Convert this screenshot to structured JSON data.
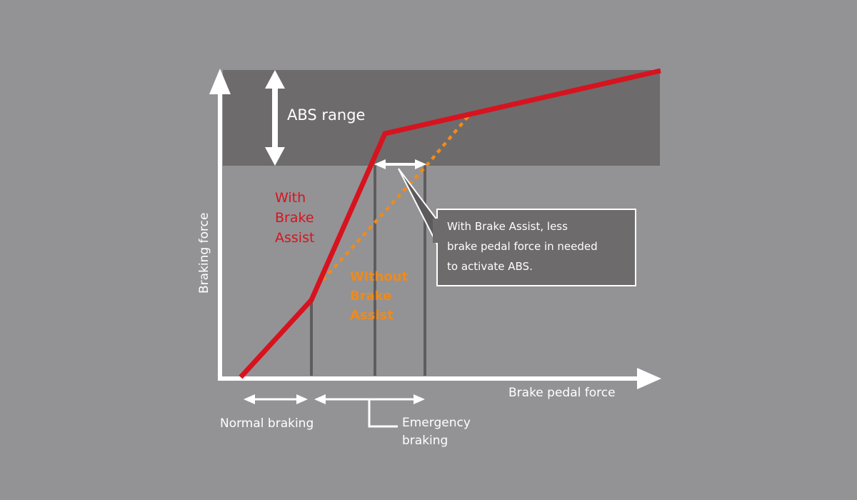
{
  "diagram": {
    "abs_range_label": "ABS range",
    "y_axis_label": "Braking force",
    "x_axis_label": "Brake pedal force",
    "with_brake_assist": [
      "With",
      "Brake",
      "Assist"
    ],
    "without_brake_assist": [
      "Without",
      "Brake",
      "Assist"
    ],
    "callout_lines": [
      "With Brake Assist, less",
      "brake pedal force in needed",
      "to activate ABS."
    ],
    "normal_braking_label": "Normal braking",
    "emergency_braking_label": [
      "Emergency",
      "braking"
    ]
  },
  "colors": {
    "background": "#939395",
    "abs_band": "#6d6b6c",
    "axis": "#ffffff",
    "with_assist_line": "#d7131f",
    "without_assist_line": "#ef8a1c",
    "marker_lines": "#5e5c5d",
    "callout_fill": "#6d6b6c",
    "callout_border": "#ffffff"
  }
}
